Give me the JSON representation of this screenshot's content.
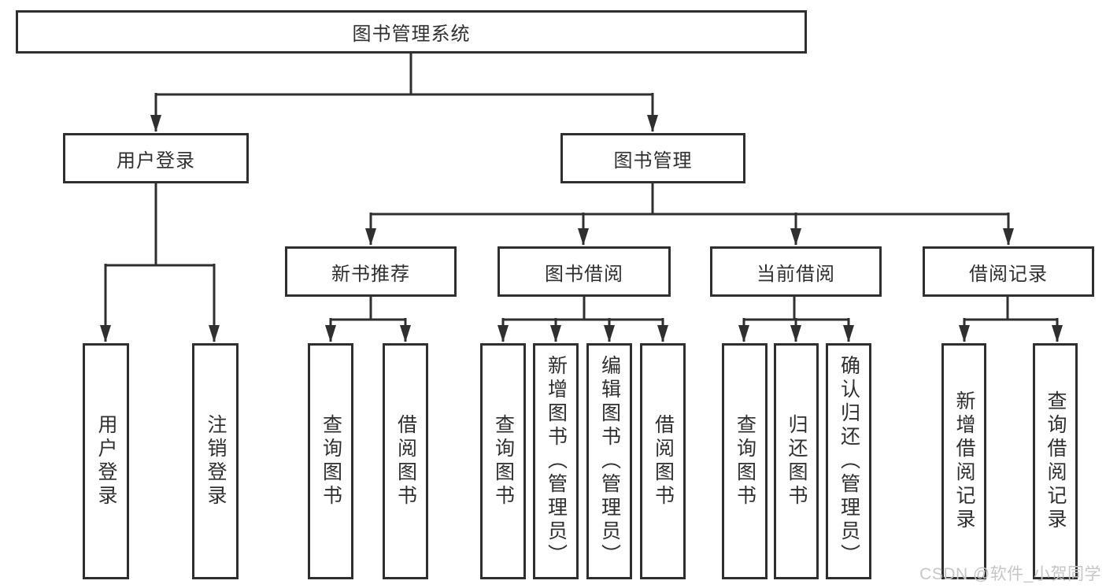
{
  "colors": {
    "line": "#2f2f2f",
    "text": "#2f2f2f",
    "background": "#ffffff",
    "watermark": "#c6c6c6"
  },
  "nodes": {
    "root": "图书管理系统",
    "user_login": "用户登录",
    "book_mgmt": "图书管理",
    "new_book_rec": "新书推荐",
    "book_borrow": "图书借阅",
    "current_borrow": "当前借阅",
    "borrow_records": "借阅记录"
  },
  "leaves": {
    "user_login": [
      "用户登录",
      "注销登录"
    ],
    "new_book_rec": [
      "查询图书",
      "借阅图书"
    ],
    "book_borrow": [
      "查询图书",
      "新增图书（管理员）",
      "编辑图书（管理员）",
      "借阅图书"
    ],
    "current_borrow": [
      "查询图书",
      "归还图书",
      "确认归还（管理员）"
    ],
    "borrow_records": [
      "新增借阅记录",
      "查询借阅记录"
    ]
  },
  "watermark": {
    "text": "CSDN @软件_小贺同学"
  }
}
